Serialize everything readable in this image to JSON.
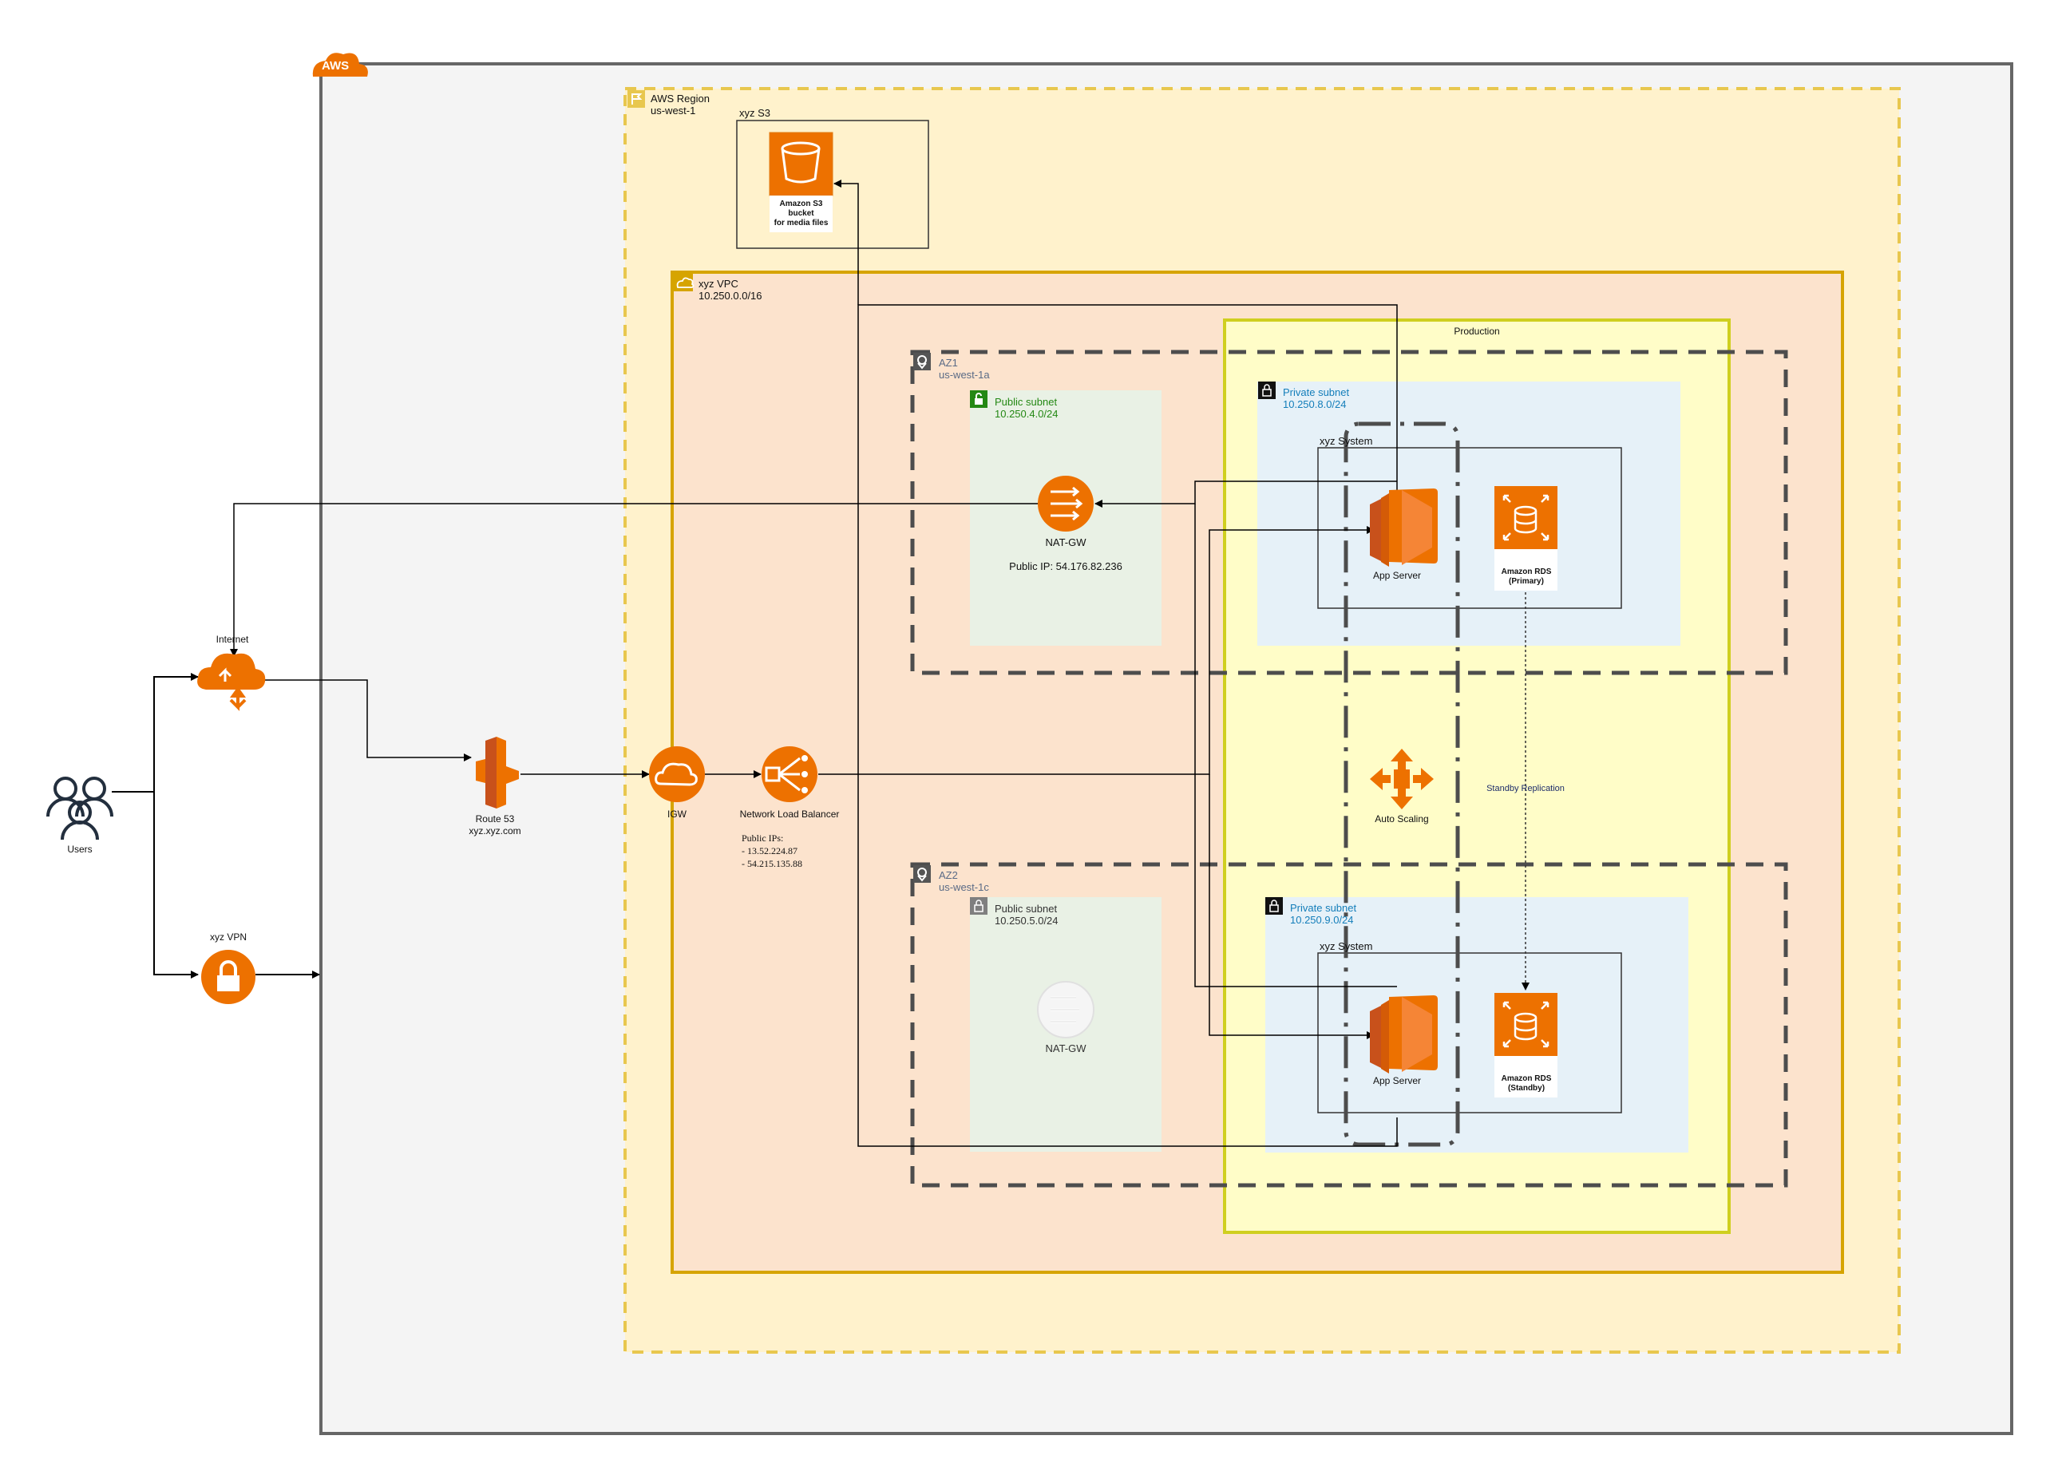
{
  "cloud": {
    "badge": "AWS"
  },
  "region": {
    "title": "AWS Region",
    "subtitle": "us-west-1"
  },
  "s3_group": {
    "title": "xyz S3"
  },
  "s3": {
    "line1": "Amazon S3",
    "line2": "bucket",
    "line3": "for media files"
  },
  "vpc": {
    "title": "xyz VPC",
    "cidr": "10.250.0.0/16"
  },
  "production": {
    "title": "Production"
  },
  "az1": {
    "title": "AZ1",
    "zone": "us-west-1a"
  },
  "az2": {
    "title": "AZ2",
    "zone": "us-west-1c"
  },
  "public_subnet_1": {
    "title": "Public subnet",
    "cidr": "10.250.4.0/24"
  },
  "public_subnet_2": {
    "title": "Public subnet",
    "cidr": "10.250.5.0/24"
  },
  "private_subnet_1": {
    "title": "Private subnet",
    "cidr": "10.250.8.0/24"
  },
  "private_subnet_2": {
    "title": "Private subnet",
    "cidr": "10.250.9.0/24"
  },
  "system_1": {
    "title": "xyz System"
  },
  "system_2": {
    "title": "xyz System"
  },
  "nat_gw_1": {
    "label": "NAT-GW",
    "public_ip": "Public IP: 54.176.82.236"
  },
  "nat_gw_2": {
    "label": "NAT-GW"
  },
  "app_server_1": {
    "label": "App Server"
  },
  "app_server_2": {
    "label": "App Server"
  },
  "rds_primary": {
    "line1": "Amazon RDS",
    "line2": "(Primary)"
  },
  "rds_standby": {
    "line1": "Amazon RDS",
    "line2": "(Standby)"
  },
  "auto_scaling": {
    "label": "Auto Scaling"
  },
  "replication": {
    "label": "Standby Replication"
  },
  "users": {
    "label": "Users"
  },
  "internet": {
    "label": "Internet"
  },
  "vpn": {
    "label": "xyz VPN"
  },
  "route53": {
    "label": "Route 53",
    "domain": "xyz.xyz.com"
  },
  "igw": {
    "label": "IGW"
  },
  "nlb": {
    "label": "Network Load Balancer",
    "ips_title": "Public IPs:",
    "ip1": "- 13.52.224.87",
    "ip2": "- 54.215.135.88"
  },
  "colors": {
    "aws_orange": "#ED7100",
    "region_border": "#E8C74E",
    "region_fill": "#FFF2CC",
    "vpc_border": "#D6A400",
    "vpc_fill": "#FCE3CD",
    "production_border": "#CFCF1F",
    "production_fill": "#FFFDC8",
    "public_subnet_fill": "#E9F1E5",
    "public_subnet_text": "#248814",
    "private_subnet_fill": "#E6F1F8",
    "private_subnet_text": "#147EBA",
    "cloud_fill": "#F4F4F4",
    "cloud_border": "#666666"
  }
}
